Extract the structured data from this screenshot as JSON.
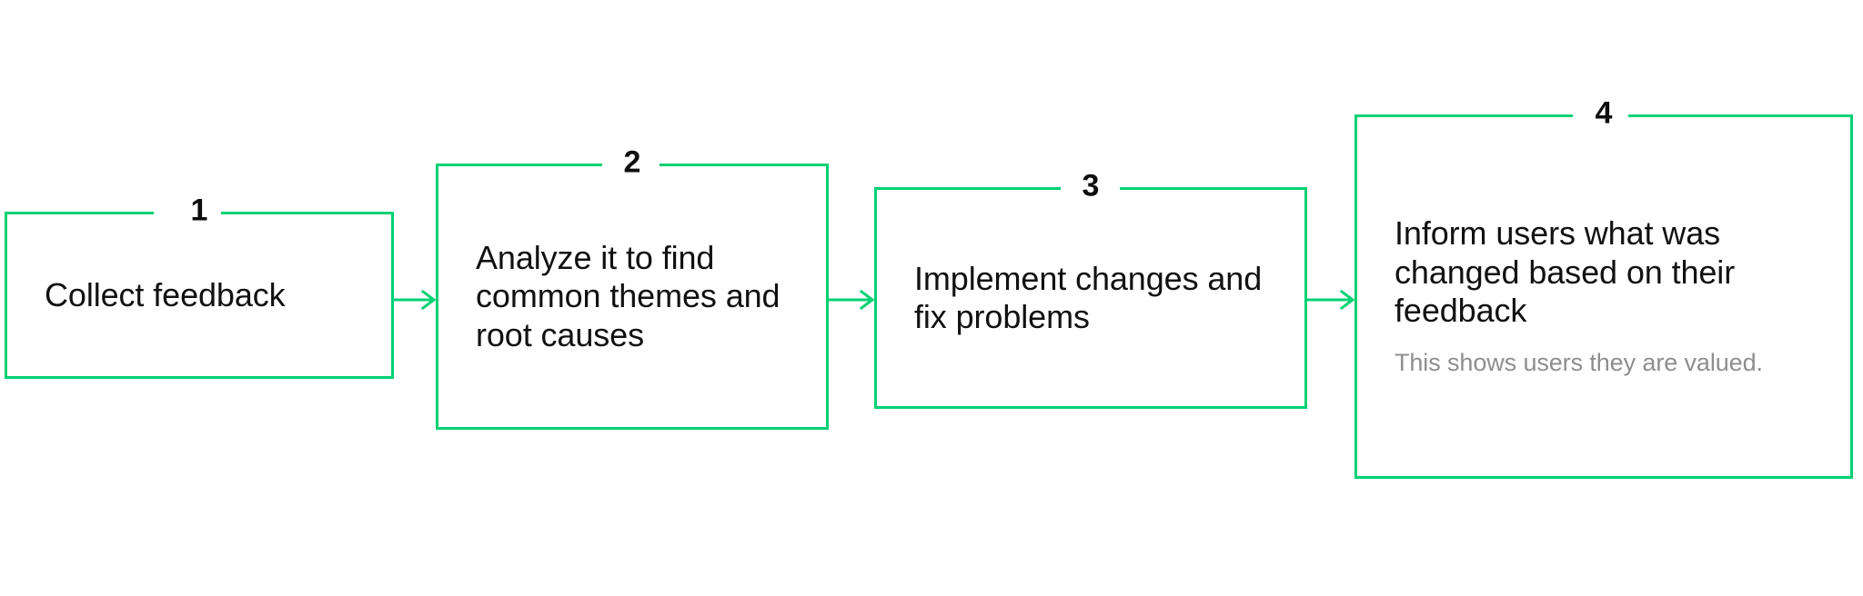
{
  "diagram": {
    "type": "process-flow",
    "orientation": "horizontal",
    "accent_color": "#00d173",
    "title_text_color": "#111111",
    "note_text_color": "#8e8e8e",
    "background_color": "#ffffff",
    "steps": [
      {
        "number": "1",
        "title": "Collect feedback",
        "note": ""
      },
      {
        "number": "2",
        "title": "Analyze it to find common themes and root causes",
        "note": ""
      },
      {
        "number": "3",
        "title": "Implement changes and fix problems",
        "note": ""
      },
      {
        "number": "4",
        "title": "Inform users what was changed based on their feedback",
        "note": "This shows users they are valued."
      }
    ],
    "connectors": [
      {
        "from": "1",
        "to": "2"
      },
      {
        "from": "2",
        "to": "3"
      },
      {
        "from": "3",
        "to": "4"
      }
    ]
  }
}
